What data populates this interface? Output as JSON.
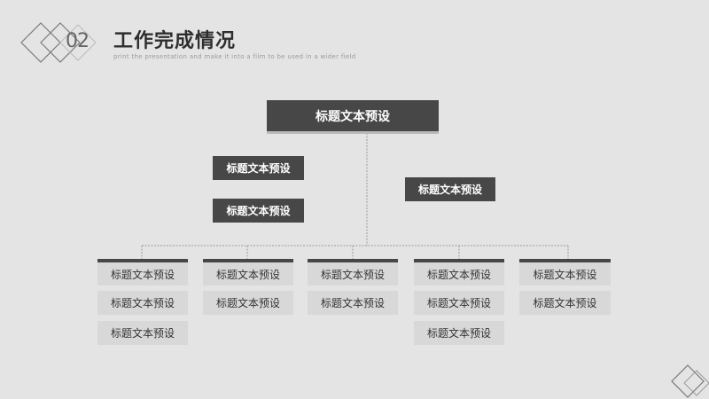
{
  "header": {
    "number": "02",
    "title": "工作完成情况",
    "subtitle": "print the presentation and make it into a film to be used in a wider field"
  },
  "colors": {
    "dark_box": "#474747",
    "light_box": "#d8d8d8",
    "background": "#e4e4e4"
  },
  "diagram": {
    "root": "标题文本预设",
    "left_branches": [
      "标题文本预设",
      "标题文本预设"
    ],
    "right_branch": "标题文本预设",
    "columns": [
      {
        "items": [
          "标题文本预设",
          "标题文本预设",
          "标题文本预设"
        ]
      },
      {
        "items": [
          "标题文本预设",
          "标题文本预设"
        ]
      },
      {
        "items": [
          "标题文本预设",
          "标题文本预设"
        ]
      },
      {
        "items": [
          "标题文本预设",
          "标题文本预设",
          "标题文本预设"
        ]
      },
      {
        "items": [
          "标题文本预设",
          "标题文本预设"
        ]
      }
    ]
  }
}
